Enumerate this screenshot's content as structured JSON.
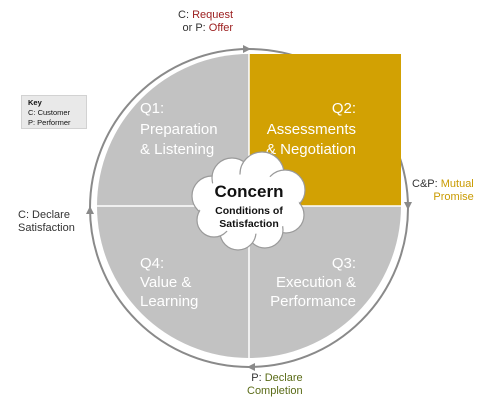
{
  "key": {
    "title": "Key",
    "customer": "C: Customer",
    "performer": "P: Performer"
  },
  "top": {
    "line1_prefix": "C: ",
    "line1_value": "Request",
    "line2_prefix": "or P: ",
    "line2_value": "Offer"
  },
  "right": {
    "line1_prefix": "C&P: ",
    "line1_value": "Mutual",
    "line2_value": "Promise"
  },
  "bottom": {
    "line1_prefix": "P: ",
    "line1_value": "Declare",
    "line2_value": "Completion"
  },
  "left": {
    "line1": "C: Declare",
    "line2": "Satisfaction"
  },
  "quadrants": {
    "q1": {
      "title": "Q1:",
      "line1": "Preparation",
      "line2": "& Listening"
    },
    "q2": {
      "title": "Q2:",
      "line1": "Assessments",
      "line2": "& Negotiation"
    },
    "q3": {
      "title": "Q3:",
      "line1": "Execution &",
      "line2": "Performance"
    },
    "q4": {
      "title": "Q4:",
      "line1": "Value &",
      "line2": "Learning"
    }
  },
  "center": {
    "title": "Concern",
    "line1": "Conditions of",
    "line2": "Satisfaction"
  },
  "colors": {
    "gray": "#c2c2c2",
    "gold": "#d2a103",
    "ring": "#8a8a8a",
    "red": "#9b1c1c",
    "goldText": "#c99a00",
    "green": "#5a6b17"
  }
}
